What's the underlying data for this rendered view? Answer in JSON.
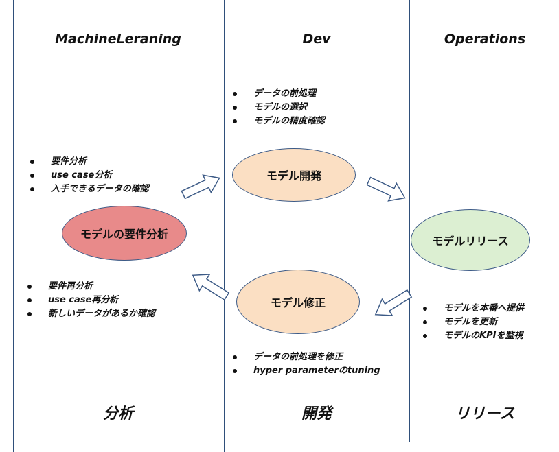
{
  "columns": {
    "ml": {
      "header": "MachineLeraning",
      "footer": "分析"
    },
    "dev": {
      "header": "Dev",
      "footer": "開発"
    },
    "ops": {
      "header": "Operations",
      "footer": "リリース"
    }
  },
  "nodes": {
    "requirements": {
      "label": "モデルの要件分析"
    },
    "development": {
      "label": "モデル開発"
    },
    "fix": {
      "label": "モデル修正"
    },
    "release": {
      "label": "モデルリリース"
    }
  },
  "notes": {
    "ml_top": [
      "要件分析",
      "use case分析",
      "入手できるデータの確認"
    ],
    "ml_bottom": [
      "要件再分析",
      "use case再分析",
      "新しいデータがあるか確認"
    ],
    "dev_top": [
      "データの前処理",
      "モデルの選択",
      "モデルの精度確認"
    ],
    "dev_bottom": [
      "データの前処理を修正",
      "hyper parameterのtuning"
    ],
    "ops": [
      "モデルを本番へ提供",
      "モデルを更新",
      "モデルのKPIを監視"
    ]
  },
  "colors": {
    "line": "#2f4f7a",
    "requirements_fill": "#e88a8a",
    "dev_fill": "#fbdfc3",
    "release_fill": "#dcefd2"
  }
}
